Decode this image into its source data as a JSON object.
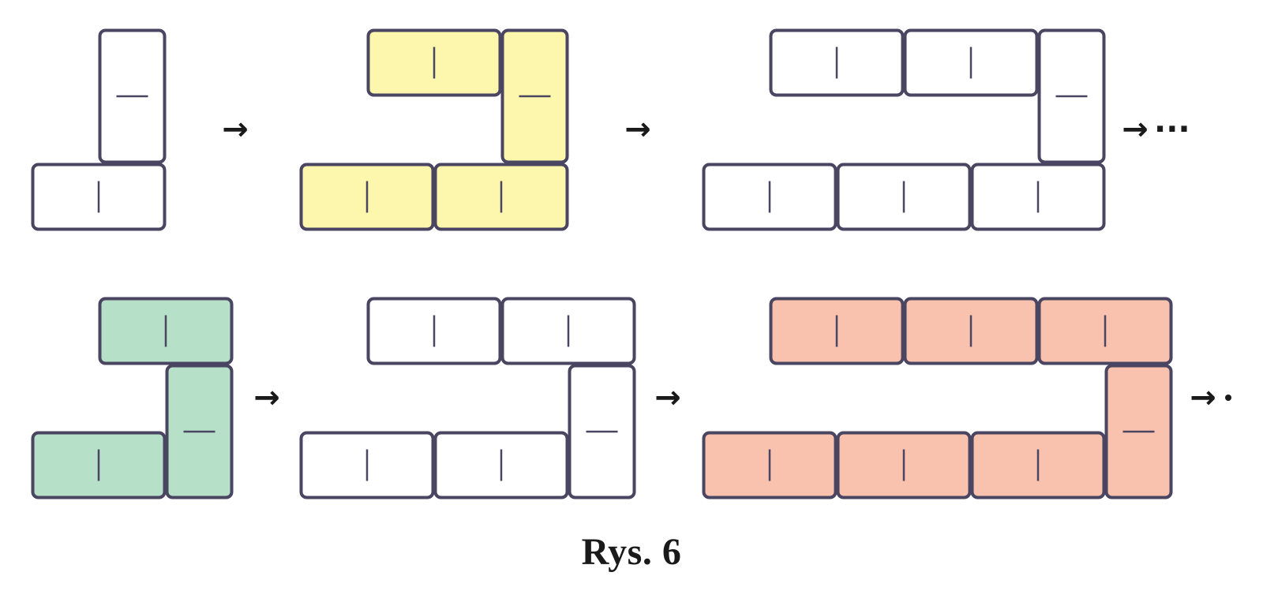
{
  "caption": "Rys. 6",
  "arrow_glyph": "→",
  "ellipsis_glyph": "···",
  "colors": {
    "white": "#ffffff",
    "yellow": "#fdf6ad",
    "green": "#b7e0c8",
    "salmon": "#f9c2ae",
    "outline": "#4a4560"
  },
  "rows": [
    {
      "figures": [
        {
          "name": "figure-1",
          "fill": "white",
          "dominoes": [
            "vertical",
            "horizontal"
          ]
        },
        {
          "name": "figure-2",
          "fill": "yellow",
          "dominoes": [
            "horizontal",
            "vertical",
            "horizontal",
            "horizontal"
          ]
        },
        {
          "name": "figure-3",
          "fill": "white",
          "dominoes": [
            "horizontal",
            "horizontal",
            "vertical",
            "horizontal",
            "horizontal",
            "horizontal"
          ]
        }
      ],
      "trailing": "arrow-ellipsis"
    },
    {
      "figures": [
        {
          "name": "figure-4",
          "fill": "green",
          "dominoes": [
            "horizontal",
            "vertical",
            "horizontal"
          ]
        },
        {
          "name": "figure-5",
          "fill": "white",
          "dominoes": [
            "horizontal",
            "horizontal",
            "vertical",
            "horizontal",
            "horizontal"
          ]
        },
        {
          "name": "figure-6",
          "fill": "salmon",
          "dominoes": [
            "horizontal",
            "horizontal",
            "horizontal",
            "vertical",
            "horizontal",
            "horizontal",
            "horizontal"
          ]
        }
      ],
      "trailing": "arrow-dot"
    }
  ]
}
